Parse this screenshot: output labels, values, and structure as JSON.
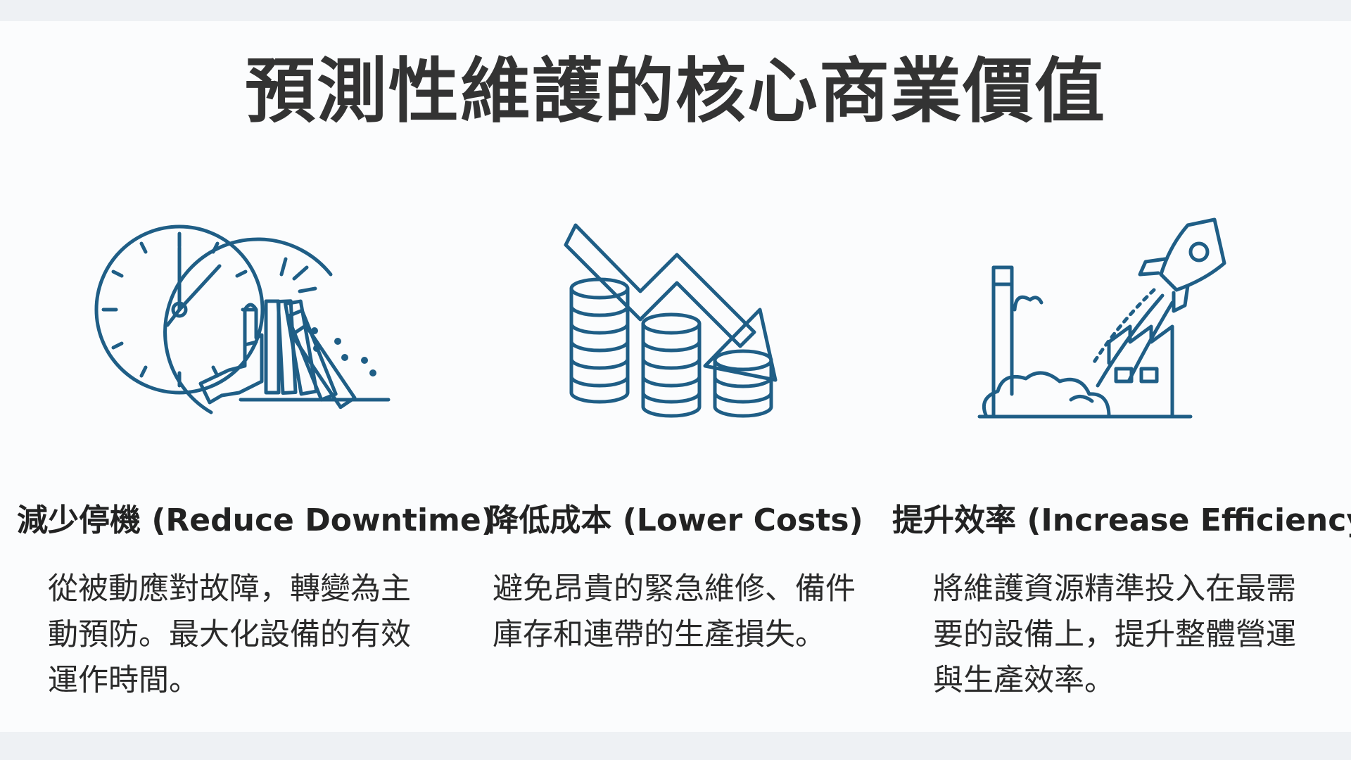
{
  "title": "預測性維護的核心商業價值",
  "colors": {
    "icon_stroke": "#1f5e86",
    "title_text": "#333333",
    "body_text": "#2a2a2a",
    "panel_background": "#fbfcfd",
    "page_background": "#eef1f4"
  },
  "items": [
    {
      "icon": "clock-stopping-dominoes-icon",
      "heading": "減少停機 (Reduce Downtime)",
      "description": "從被動應對故障，轉變為主動預防。最大化設備的有效運作時間。"
    },
    {
      "icon": "falling-arrow-coin-stacks-icon",
      "heading": "降低成本 (Lower Costs)",
      "description": "避免昂貴的緊急維修、備件庫存和連帶的生產損失。"
    },
    {
      "icon": "rocket-launch-factory-icon",
      "heading": "提升效率 (Increase Efficiency)",
      "description": "將維護資源精準投入在最需要的設備上，提升整體營運與生產效率。"
    }
  ]
}
